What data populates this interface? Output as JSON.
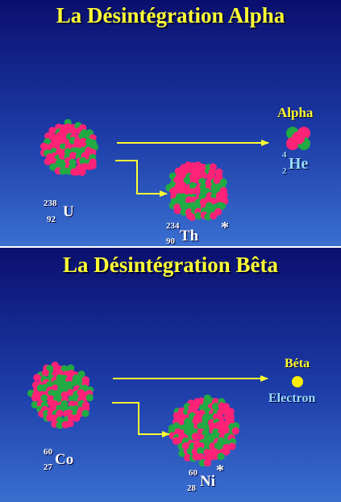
{
  "alpha": {
    "title": "La Désintégration Alpha",
    "particle_label": "Alpha",
    "parent": {
      "mass": "238",
      "atomic": "92",
      "symbol": "U"
    },
    "daughter": {
      "mass": "234",
      "atomic": "90",
      "symbol": "Th",
      "excited": "*"
    },
    "emitted": {
      "mass": "4",
      "atomic": "2",
      "symbol": "He"
    }
  },
  "beta": {
    "title": "La Désintégration Bêta",
    "particle_label": "Béta",
    "emitted_label": "Electron",
    "parent": {
      "mass": "60",
      "atomic": "27",
      "symbol": "Co"
    },
    "daughter": {
      "mass": "60",
      "atomic": "28",
      "symbol": "Ni",
      "excited": "*"
    }
  },
  "colors": {
    "title": "#ffff33",
    "proton": "#ff2277",
    "neutron": "#22aa44",
    "arrow": "#ffff33",
    "label_alpha": "#ffff33",
    "label_helium": "#99ddff",
    "label_electron": "#99ddff",
    "electron": "#ffee00"
  }
}
